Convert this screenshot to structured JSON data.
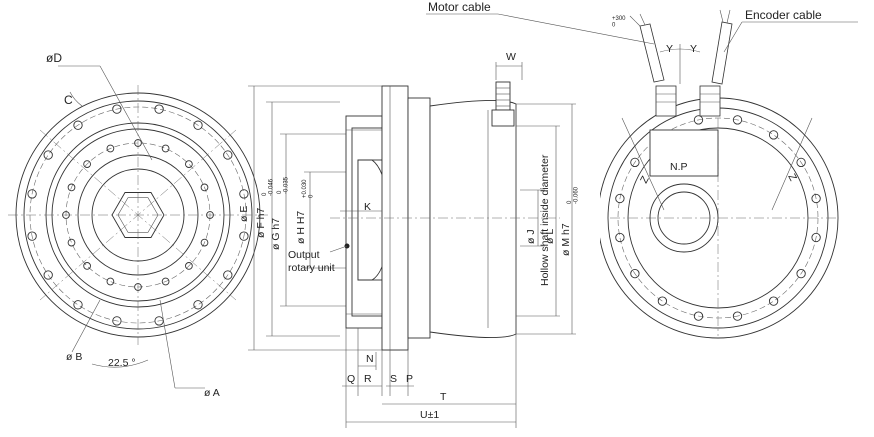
{
  "front_view": {
    "labels": {
      "phi_d": "øD",
      "c": "C",
      "phi_b": "ø B",
      "angle": "22.5 °",
      "phi_a": "ø A"
    }
  },
  "side_view": {
    "labels": {
      "w": "W",
      "phi_e": "ø E",
      "phi_f": "ø F h7",
      "tol_f": "0\n-0.046",
      "phi_g": "ø G h7",
      "tol_g": "0\n-0.035",
      "phi_h": "ø H H7",
      "tol_h": "+0.030\n0",
      "k": "K",
      "output_line1": "Output",
      "output_line2": "rotary unit",
      "phi_j": "ø J",
      "hollow_shaft": "Hollow shaft inside diameter",
      "phi_l": "ø L",
      "phi_m": "ø M h7",
      "tol_m": "0\n-0.060",
      "n": "N",
      "q": "Q",
      "r": "R",
      "s": "S",
      "p": "P",
      "t": "T",
      "u": "U±1"
    }
  },
  "rear_view": {
    "labels": {
      "motor_cable": "Motor cable",
      "encoder_cable": "Encoder cable",
      "tol_cable": "+300\n0",
      "y1": "Y",
      "y2": "Y",
      "z1": "Z",
      "z2": "Z",
      "np": "N.P"
    }
  }
}
